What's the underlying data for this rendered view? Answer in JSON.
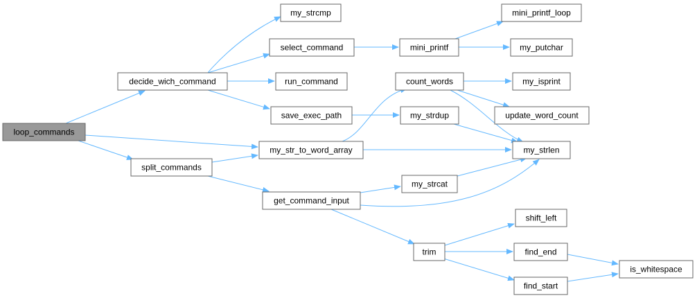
{
  "diagram": {
    "type": "call-graph",
    "colors": {
      "node_fill": "#ffffff",
      "node_fill_highlight": "#999999",
      "node_border": "#666666",
      "edge": "#63b8ff"
    },
    "nodes": [
      {
        "id": "loop_commands",
        "label": "loop_commands",
        "highlight": true
      },
      {
        "id": "decide_wich_command",
        "label": "decide_wich_command"
      },
      {
        "id": "split_commands",
        "label": "split_commands"
      },
      {
        "id": "my_strcmp",
        "label": "my_strcmp"
      },
      {
        "id": "select_command",
        "label": "select_command"
      },
      {
        "id": "run_command",
        "label": "run_command"
      },
      {
        "id": "save_exec_path",
        "label": "save_exec_path"
      },
      {
        "id": "my_str_to_word_array",
        "label": "my_str_to_word_array"
      },
      {
        "id": "get_command_input",
        "label": "get_command_input"
      },
      {
        "id": "mini_printf",
        "label": "mini_printf"
      },
      {
        "id": "count_words",
        "label": "count_words"
      },
      {
        "id": "my_strdup",
        "label": "my_strdup"
      },
      {
        "id": "my_strcat",
        "label": "my_strcat"
      },
      {
        "id": "trim",
        "label": "trim"
      },
      {
        "id": "mini_printf_loop",
        "label": "mini_printf_loop"
      },
      {
        "id": "my_putchar",
        "label": "my_putchar"
      },
      {
        "id": "my_isprint",
        "label": "my_isprint"
      },
      {
        "id": "update_word_count",
        "label": "update_word_count"
      },
      {
        "id": "my_strlen",
        "label": "my_strlen"
      },
      {
        "id": "shift_left",
        "label": "shift_left"
      },
      {
        "id": "find_end",
        "label": "find_end"
      },
      {
        "id": "find_start",
        "label": "find_start"
      },
      {
        "id": "is_whitespace",
        "label": "is_whitespace"
      }
    ],
    "edges": [
      {
        "from": "loop_commands",
        "to": "decide_wich_command"
      },
      {
        "from": "loop_commands",
        "to": "my_str_to_word_array"
      },
      {
        "from": "loop_commands",
        "to": "split_commands"
      },
      {
        "from": "decide_wich_command",
        "to": "my_strcmp"
      },
      {
        "from": "decide_wich_command",
        "to": "select_command"
      },
      {
        "from": "decide_wich_command",
        "to": "run_command"
      },
      {
        "from": "decide_wich_command",
        "to": "save_exec_path"
      },
      {
        "from": "select_command",
        "to": "mini_printf"
      },
      {
        "from": "mini_printf",
        "to": "mini_printf_loop"
      },
      {
        "from": "mini_printf",
        "to": "my_putchar"
      },
      {
        "from": "save_exec_path",
        "to": "my_strdup"
      },
      {
        "from": "split_commands",
        "to": "my_str_to_word_array"
      },
      {
        "from": "split_commands",
        "to": "get_command_input"
      },
      {
        "from": "my_str_to_word_array",
        "to": "count_words"
      },
      {
        "from": "my_str_to_word_array",
        "to": "my_strlen"
      },
      {
        "from": "count_words",
        "to": "my_isprint"
      },
      {
        "from": "count_words",
        "to": "update_word_count"
      },
      {
        "from": "count_words",
        "to": "my_strlen"
      },
      {
        "from": "my_strdup",
        "to": "my_strlen"
      },
      {
        "from": "get_command_input",
        "to": "my_strcat"
      },
      {
        "from": "get_command_input",
        "to": "my_strlen"
      },
      {
        "from": "get_command_input",
        "to": "trim"
      },
      {
        "from": "my_strcat",
        "to": "my_strlen"
      },
      {
        "from": "trim",
        "to": "shift_left"
      },
      {
        "from": "trim",
        "to": "find_end"
      },
      {
        "from": "trim",
        "to": "find_start"
      },
      {
        "from": "find_end",
        "to": "is_whitespace"
      },
      {
        "from": "find_start",
        "to": "is_whitespace"
      }
    ]
  }
}
